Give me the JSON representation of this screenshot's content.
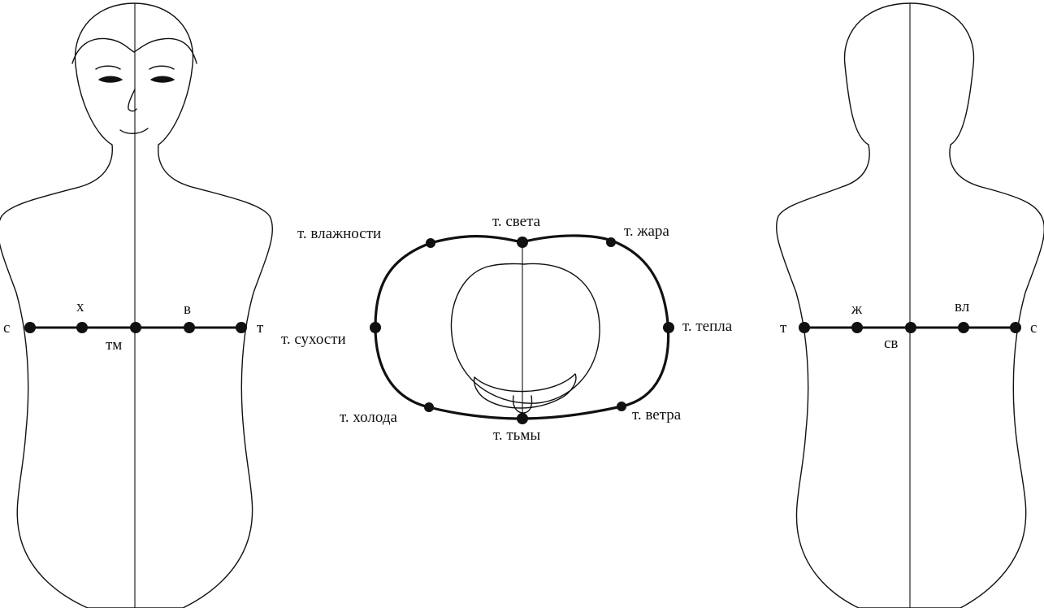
{
  "front_figure": {
    "labels": {
      "left_end": "с",
      "mid_left": "х",
      "center": "тм",
      "mid_right": "в",
      "right_end": "т"
    }
  },
  "cross_section": {
    "labels": {
      "top_left": "т. влажности",
      "top": "т. света",
      "top_right": "т. жара",
      "left": "т. сухости",
      "right": "т. тепла",
      "bottom_left": "т. холода",
      "bottom": "т. тьмы",
      "bottom_right": "т. ветра"
    }
  },
  "back_figure": {
    "labels": {
      "left_end": "т",
      "mid_left": "ж",
      "center": "св",
      "mid_right": "вл",
      "right_end": "с"
    }
  }
}
